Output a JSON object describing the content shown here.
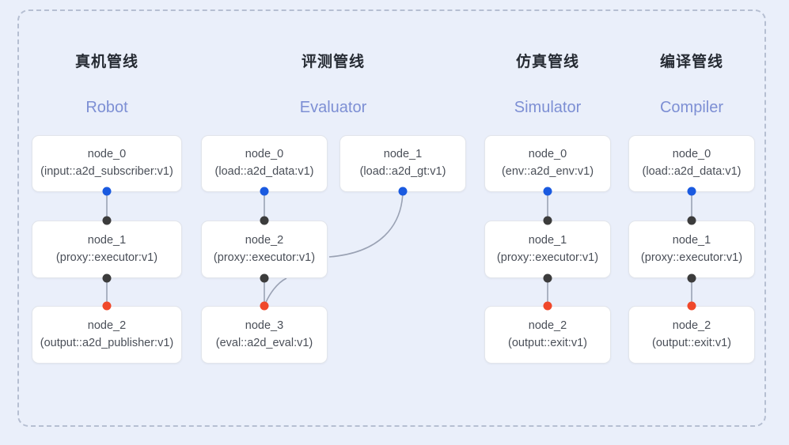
{
  "frame": {
    "border_style": "dashed",
    "border_color": "#b6bfd2",
    "background": "#eaeffa"
  },
  "palette": {
    "accent_blue": "#7d8fd4",
    "port_input": "#1a5ae0",
    "port_mid": "#3c3c3c",
    "port_output": "#f0482a",
    "node_bg": "#ffffff",
    "node_border": "#e2e5eb",
    "edge": "#9aa2b4",
    "title_cn": "#262b33",
    "node_text": "#4a4f58"
  },
  "columns": [
    {
      "key": "robot",
      "title_cn": "真机管线",
      "title_en": "Robot",
      "nodes": [
        {
          "id": "node_0",
          "type": "(input::a2d_subscriber:v1)"
        },
        {
          "id": "node_1",
          "type": "(proxy::executor:v1)"
        },
        {
          "id": "node_2",
          "type": "(output::a2d_publisher:v1)"
        }
      ]
    },
    {
      "key": "evaluator",
      "title_cn": "评测管线",
      "title_en": "Evaluator",
      "nodes": [
        {
          "id": "node_0",
          "type": "(load::a2d_data:v1)"
        },
        {
          "id": "node_1",
          "type": "(load::a2d_gt:v1)"
        },
        {
          "id": "node_2",
          "type": "(proxy::executor:v1)"
        },
        {
          "id": "node_3",
          "type": "(eval::a2d_eval:v1)"
        }
      ]
    },
    {
      "key": "simulator",
      "title_cn": "仿真管线",
      "title_en": "Simulator",
      "nodes": [
        {
          "id": "node_0",
          "type": "(env::a2d_env:v1)"
        },
        {
          "id": "node_1",
          "type": "(proxy::executor:v1)"
        },
        {
          "id": "node_2",
          "type": "(output::exit:v1)"
        }
      ]
    },
    {
      "key": "compiler",
      "title_cn": "编译管线",
      "title_en": "Compiler",
      "nodes": [
        {
          "id": "node_0",
          "type": "(load::a2d_data:v1)"
        },
        {
          "id": "node_1",
          "type": "(proxy::executor:v1)"
        },
        {
          "id": "node_2",
          "type": "(output::exit:v1)"
        }
      ]
    }
  ]
}
